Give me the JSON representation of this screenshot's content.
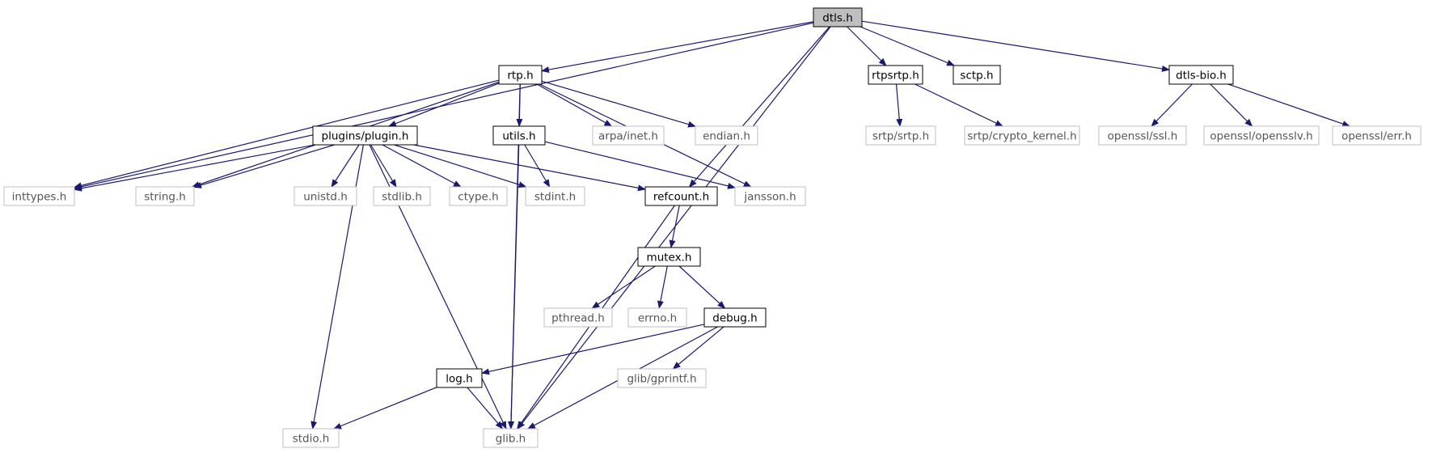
{
  "nodes": [
    {
      "id": "dtls",
      "label": "dtls.h",
      "kind": "root"
    },
    {
      "id": "rtp",
      "label": "rtp.h",
      "kind": "doc"
    },
    {
      "id": "rtpsrtp",
      "label": "rtpsrtp.h",
      "kind": "doc"
    },
    {
      "id": "sctp",
      "label": "sctp.h",
      "kind": "doc"
    },
    {
      "id": "dtlsbio",
      "label": "dtls-bio.h",
      "kind": "doc"
    },
    {
      "id": "plugin",
      "label": "plugins/plugin.h",
      "kind": "doc"
    },
    {
      "id": "utils",
      "label": "utils.h",
      "kind": "doc"
    },
    {
      "id": "arpa",
      "label": "arpa/inet.h",
      "kind": "ext"
    },
    {
      "id": "endian",
      "label": "endian.h",
      "kind": "ext"
    },
    {
      "id": "srtph",
      "label": "srtp/srtp.h",
      "kind": "ext"
    },
    {
      "id": "crypto",
      "label": "srtp/crypto_kernel.h",
      "kind": "ext"
    },
    {
      "id": "ssl",
      "label": "openssl/ssl.h",
      "kind": "ext"
    },
    {
      "id": "opensslv",
      "label": "openssl/opensslv.h",
      "kind": "ext"
    },
    {
      "id": "err",
      "label": "openssl/err.h",
      "kind": "ext"
    },
    {
      "id": "inttypes",
      "label": "inttypes.h",
      "kind": "ext"
    },
    {
      "id": "string",
      "label": "string.h",
      "kind": "ext"
    },
    {
      "id": "unistd",
      "label": "unistd.h",
      "kind": "ext"
    },
    {
      "id": "stdlib",
      "label": "stdlib.h",
      "kind": "ext"
    },
    {
      "id": "ctype",
      "label": "ctype.h",
      "kind": "ext"
    },
    {
      "id": "stdint",
      "label": "stdint.h",
      "kind": "ext"
    },
    {
      "id": "refcount",
      "label": "refcount.h",
      "kind": "doc"
    },
    {
      "id": "jansson",
      "label": "jansson.h",
      "kind": "ext"
    },
    {
      "id": "mutex",
      "label": "mutex.h",
      "kind": "doc"
    },
    {
      "id": "pthread",
      "label": "pthread.h",
      "kind": "ext"
    },
    {
      "id": "errno",
      "label": "errno.h",
      "kind": "ext"
    },
    {
      "id": "debug",
      "label": "debug.h",
      "kind": "doc"
    },
    {
      "id": "log",
      "label": "log.h",
      "kind": "doc"
    },
    {
      "id": "gprintf",
      "label": "glib/gprintf.h",
      "kind": "ext"
    },
    {
      "id": "stdio",
      "label": "stdio.h",
      "kind": "ext"
    },
    {
      "id": "glib",
      "label": "glib.h",
      "kind": "ext"
    }
  ],
  "edges": [
    [
      "dtls",
      "inttypes"
    ],
    [
      "dtls",
      "rtp"
    ],
    [
      "dtls",
      "rtpsrtp"
    ],
    [
      "dtls",
      "sctp"
    ],
    [
      "dtls",
      "dtlsbio"
    ],
    [
      "dtls",
      "refcount"
    ],
    [
      "dtls",
      "glib"
    ],
    [
      "rtp",
      "inttypes"
    ],
    [
      "rtp",
      "string"
    ],
    [
      "rtp",
      "glib"
    ],
    [
      "rtp",
      "plugin"
    ],
    [
      "rtp",
      "utils"
    ],
    [
      "rtp",
      "arpa"
    ],
    [
      "rtp",
      "endian"
    ],
    [
      "rtp",
      "jansson"
    ],
    [
      "plugin",
      "inttypes"
    ],
    [
      "plugin",
      "string"
    ],
    [
      "plugin",
      "stdio"
    ],
    [
      "plugin",
      "glib"
    ],
    [
      "plugin",
      "unistd"
    ],
    [
      "plugin",
      "stdlib"
    ],
    [
      "plugin",
      "ctype"
    ],
    [
      "plugin",
      "stdint"
    ],
    [
      "plugin",
      "refcount"
    ],
    [
      "utils",
      "stdint"
    ],
    [
      "utils",
      "jansson"
    ],
    [
      "utils",
      "glib"
    ],
    [
      "rtpsrtp",
      "srtph"
    ],
    [
      "rtpsrtp",
      "crypto"
    ],
    [
      "dtlsbio",
      "ssl"
    ],
    [
      "dtlsbio",
      "opensslv"
    ],
    [
      "dtlsbio",
      "err"
    ],
    [
      "refcount",
      "mutex"
    ],
    [
      "refcount",
      "glib"
    ],
    [
      "mutex",
      "pthread"
    ],
    [
      "mutex",
      "errno"
    ],
    [
      "mutex",
      "debug"
    ],
    [
      "debug",
      "log"
    ],
    [
      "debug",
      "gprintf"
    ],
    [
      "debug",
      "glib"
    ],
    [
      "log",
      "stdio"
    ],
    [
      "log",
      "glib"
    ]
  ],
  "colors": {
    "edge": "#191970",
    "root_fill": "#bfbfbf",
    "doc_border": "#000000",
    "ext_border": "#bfbfbf",
    "ext_text": "#555555",
    "doc_text": "#000000"
  }
}
